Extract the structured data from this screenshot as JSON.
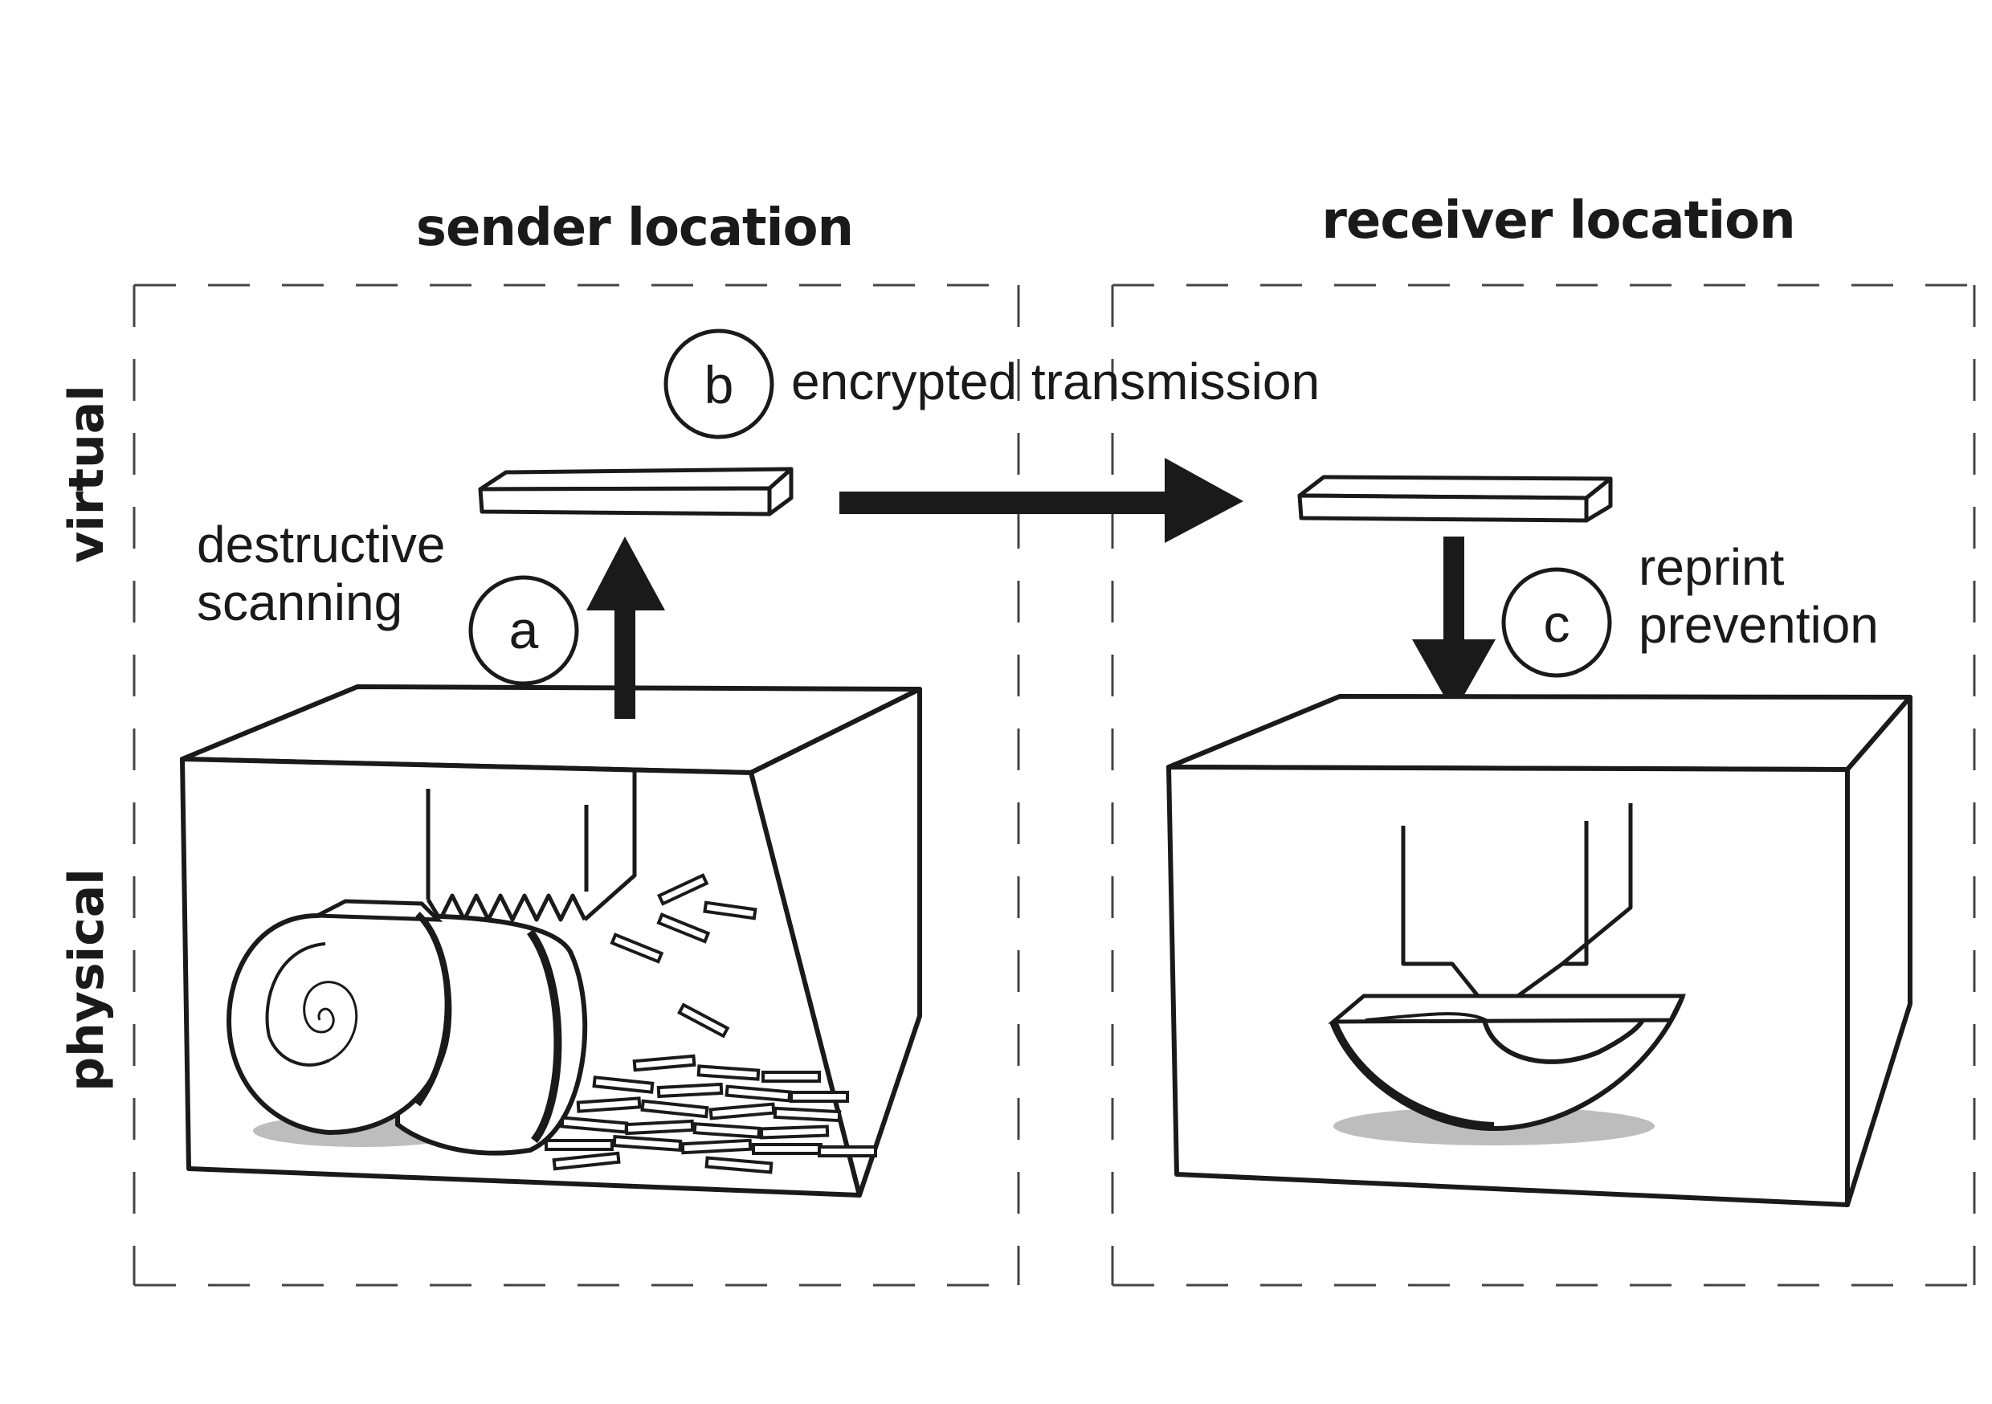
{
  "headings": {
    "sender": "sender location",
    "receiver": "receiver location"
  },
  "side_labels": {
    "virtual": "virtual",
    "physical": "physical"
  },
  "steps": {
    "a": {
      "letter": "a",
      "line1": "destructive",
      "line2": "scanning"
    },
    "b": {
      "letter": "b",
      "text": "encrypted transmission"
    },
    "c": {
      "letter": "c",
      "line1": "reprint",
      "line2": "prevention"
    }
  },
  "colors": {
    "ink": "#1a1a1a",
    "dash": "#444444",
    "shadow": "#bdbdbd"
  }
}
